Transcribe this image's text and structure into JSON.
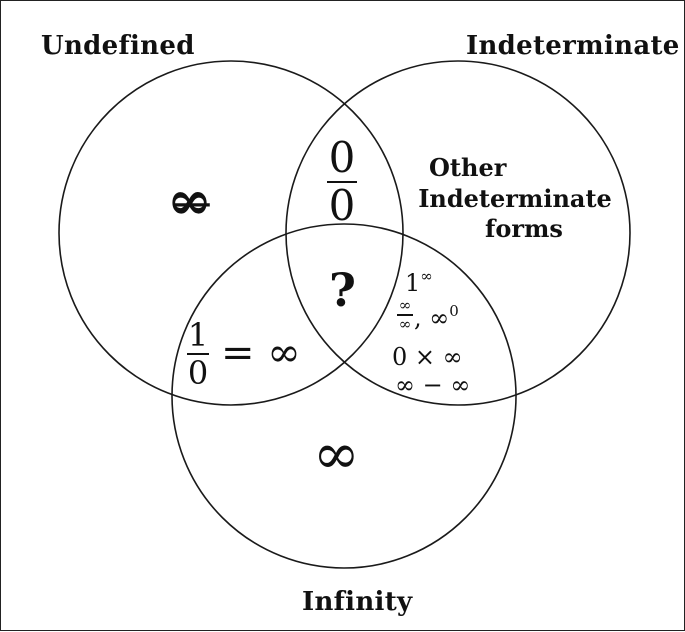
{
  "sets": {
    "undefined": "Undefined",
    "indeterminate": "Indeterminate",
    "infinity": "Infinity"
  },
  "regions": {
    "undefined_only": "∞̶",
    "undefined_indeterminate": {
      "num": "0",
      "den": "0"
    },
    "center": "?",
    "undefined_infinity": {
      "num": "1",
      "den": "0",
      "rest": "= ∞"
    },
    "indeterminate_only": [
      "Other",
      "Indeterminate",
      "forms"
    ],
    "indeterminate_infinity": {
      "one_base": "1",
      "one_exp": "∞",
      "frac_num": "∞",
      "frac_den": "∞",
      "inf_base": ", ∞",
      "inf_exp": "0",
      "zero_times_inf": "0 × ∞",
      "inf_minus_inf": "∞ − ∞"
    },
    "infinity_only": "∞"
  }
}
